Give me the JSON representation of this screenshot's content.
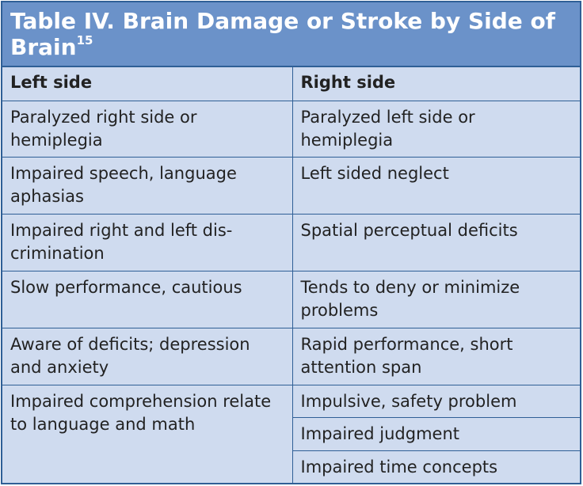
{
  "table": {
    "title": "Table IV. Brain Damage or Stroke by Side of Brain",
    "title_superscript": "15",
    "headers": [
      "Left side",
      "Right side"
    ],
    "rows": [
      {
        "left": "Paralyzed right side or hemiplegia",
        "right": "Paralyzed left side or hemiplegia"
      },
      {
        "left": "Impaired speech, language aphasias",
        "right": "Left sided neglect"
      },
      {
        "left": "Impaired right and left dis-crimination",
        "right": "Spatial perceptual deficits"
      },
      {
        "left": "Slow performance, cautious",
        "right": "Tends to deny or minimize problems"
      },
      {
        "left": "Aware of deficits; depression and anxiety",
        "right": "Rapid performance, short attention span"
      }
    ],
    "last_left": "Impaired comprehension relate to language and math",
    "last_right": [
      "Impulsive, safety problem",
      "Impaired judgment",
      "Impaired time concepts"
    ]
  },
  "colors": {
    "title_bg": "#6b92c9",
    "cell_bg": "#cfdbef",
    "border": "#2f5f96"
  }
}
